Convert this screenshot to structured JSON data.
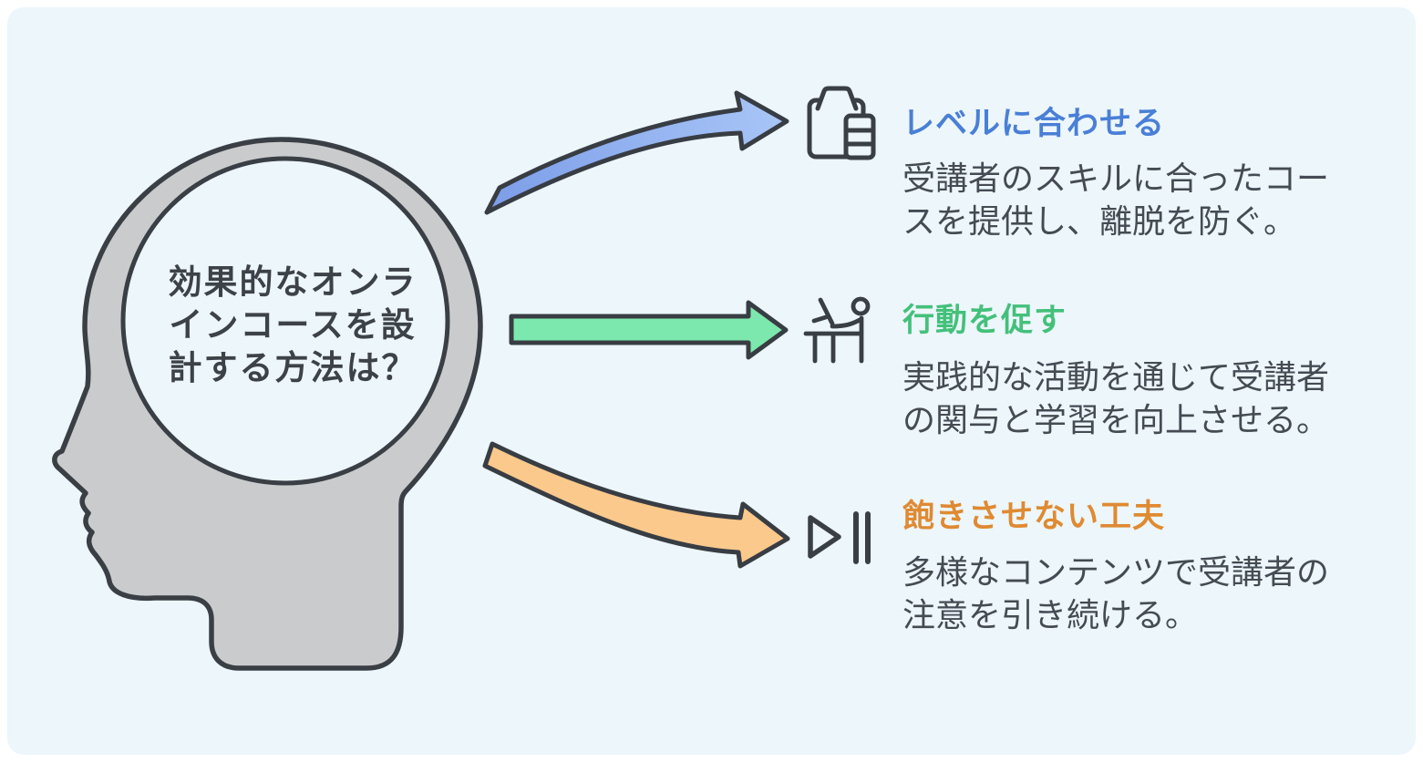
{
  "page": {
    "outer_background": "#ffffff",
    "canvas_background": "#ecf6fb"
  },
  "head": {
    "fill": "#cacbcc",
    "outline": "#3a3f46",
    "text_color": "#3d4248",
    "question_lines": [
      "効果的なオンラ",
      "インコースを設",
      "計する方法は？"
    ]
  },
  "items": [
    {
      "icon": "clipboard-list-icon",
      "accent": "#4a7fd6",
      "arrow": "curved-up",
      "arrow_gradient": [
        "#7c9de8",
        "#a9c6f7"
      ],
      "title": "レベルに合わせる",
      "body_lines": [
        "受講者のスキルに合ったコー",
        "スを提供し、離脱を防ぐ。"
      ]
    },
    {
      "icon": "presenter-desk-icon",
      "accent": "#44c07a",
      "arrow": "straight",
      "arrow_color": "#7de8ad",
      "title": "行動を促す",
      "body_lines": [
        "実践的な活動を通じて受講者",
        "の関与と学習を向上させる。"
      ]
    },
    {
      "icon": "play-pause-icon",
      "accent": "#df8a32",
      "arrow": "curved-down",
      "arrow_color": "#fbc98c",
      "title": "飽きさせない工夫",
      "body_lines": [
        "多様なコンテンツで受講者の",
        "注意を引き続ける。"
      ]
    }
  ],
  "body_text_color": "#454b53"
}
